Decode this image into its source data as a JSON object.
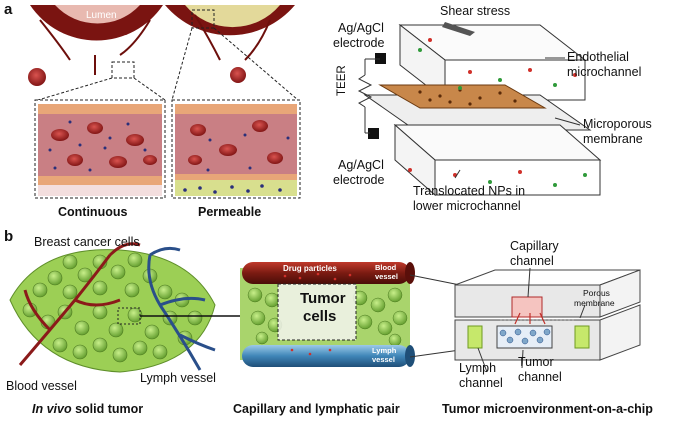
{
  "panel_a": {
    "letter": "a",
    "lumen_label": "Lumen",
    "continuous_label": "Continuous",
    "permeable_label": "Permeable",
    "shear_stress_label": "Shear stress",
    "electrode_top_label": [
      "Ag/AgCl",
      "electrode"
    ],
    "electrode_bottom_label": [
      "Ag/AgCl",
      "electrode"
    ],
    "teer_label": "TEER",
    "endothelial_label": [
      "Endothelial",
      "microchannel"
    ],
    "membrane_label": [
      "Microporous",
      "membrane"
    ],
    "translocated_label": [
      "Translocated NPs in",
      "lower microchannel"
    ]
  },
  "panel_b": {
    "letter": "b",
    "breast_cancer_label": "Breast cancer cells",
    "blood_vessel_label": "Blood vessel",
    "lymph_vessel_label": "Lymph vessel",
    "in_vivo_caption": {
      "italic_part": "In vivo",
      "rest": " solid tumor"
    },
    "drug_particles_label": "Drug particles",
    "blood_vessel_small": [
      "Blood",
      "vessel"
    ],
    "tumor_cells_label": [
      "Tumor",
      "cells"
    ],
    "lymph_vessel_small": [
      "Lymph",
      "vessel"
    ],
    "capillary_caption": "Capillary and lymphatic pair",
    "capillary_channel_label": [
      "Capillary",
      "channel"
    ],
    "porous_membrane_label": [
      "Porous",
      "membrane"
    ],
    "lymph_channel_label": [
      "Lymph",
      "channel"
    ],
    "tumor_channel_label": [
      "Tumor",
      "channel"
    ],
    "chip_caption": "Tumor microenvironment-on-a-chip"
  },
  "colors": {
    "vessel_red": "#8b1a1a",
    "lymph_blue": "#2a4f8a",
    "cell_green": "#8cc63f",
    "tissue_pink": "#d9a3a3",
    "membrane_orange": "#e59a4c"
  }
}
